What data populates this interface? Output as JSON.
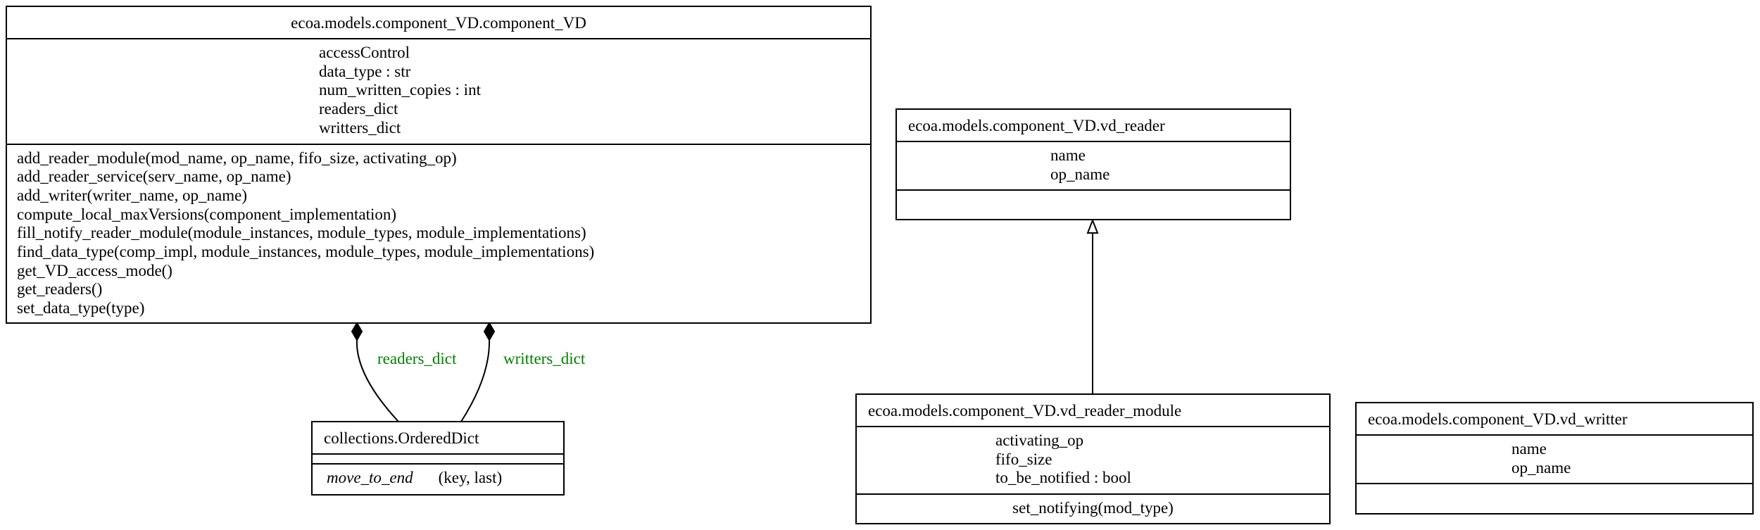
{
  "classes": {
    "component_vd": {
      "name": "ecoa.models.component_VD.component_VD",
      "attributes": [
        "accessControl",
        "data_type : str",
        "num_written_copies : int",
        "readers_dict",
        "writters_dict"
      ],
      "methods": [
        "add_reader_module(mod_name, op_name, fifo_size, activating_op)",
        "add_reader_service(serv_name, op_name)",
        "add_writer(writer_name, op_name)",
        "compute_local_maxVersions(component_implementation)",
        "fill_notify_reader_module(module_instances, module_types, module_implementations)",
        "find_data_type(comp_impl, module_instances, module_types, module_implementations)",
        "get_VD_access_mode()",
        "get_readers()",
        "set_data_type(type)"
      ]
    },
    "ordered_dict": {
      "name": "collections.OrderedDict",
      "method_name": "move_to_end",
      "method_args": "(key, last)"
    },
    "vd_reader": {
      "name": "ecoa.models.component_VD.vd_reader",
      "attributes": [
        "name",
        "op_name"
      ]
    },
    "vd_reader_module": {
      "name": "ecoa.models.component_VD.vd_reader_module",
      "attributes": [
        "activating_op",
        "fifo_size",
        "to_be_notified : bool"
      ],
      "methods": [
        "set_notifying(mod_type)"
      ]
    },
    "vd_writter": {
      "name": "ecoa.models.component_VD.vd_writter",
      "attributes": [
        "name",
        "op_name"
      ]
    }
  },
  "edges": {
    "readers_dict_label": "readers_dict",
    "writters_dict_label": "writters_dict",
    "label_color": "#008000"
  }
}
